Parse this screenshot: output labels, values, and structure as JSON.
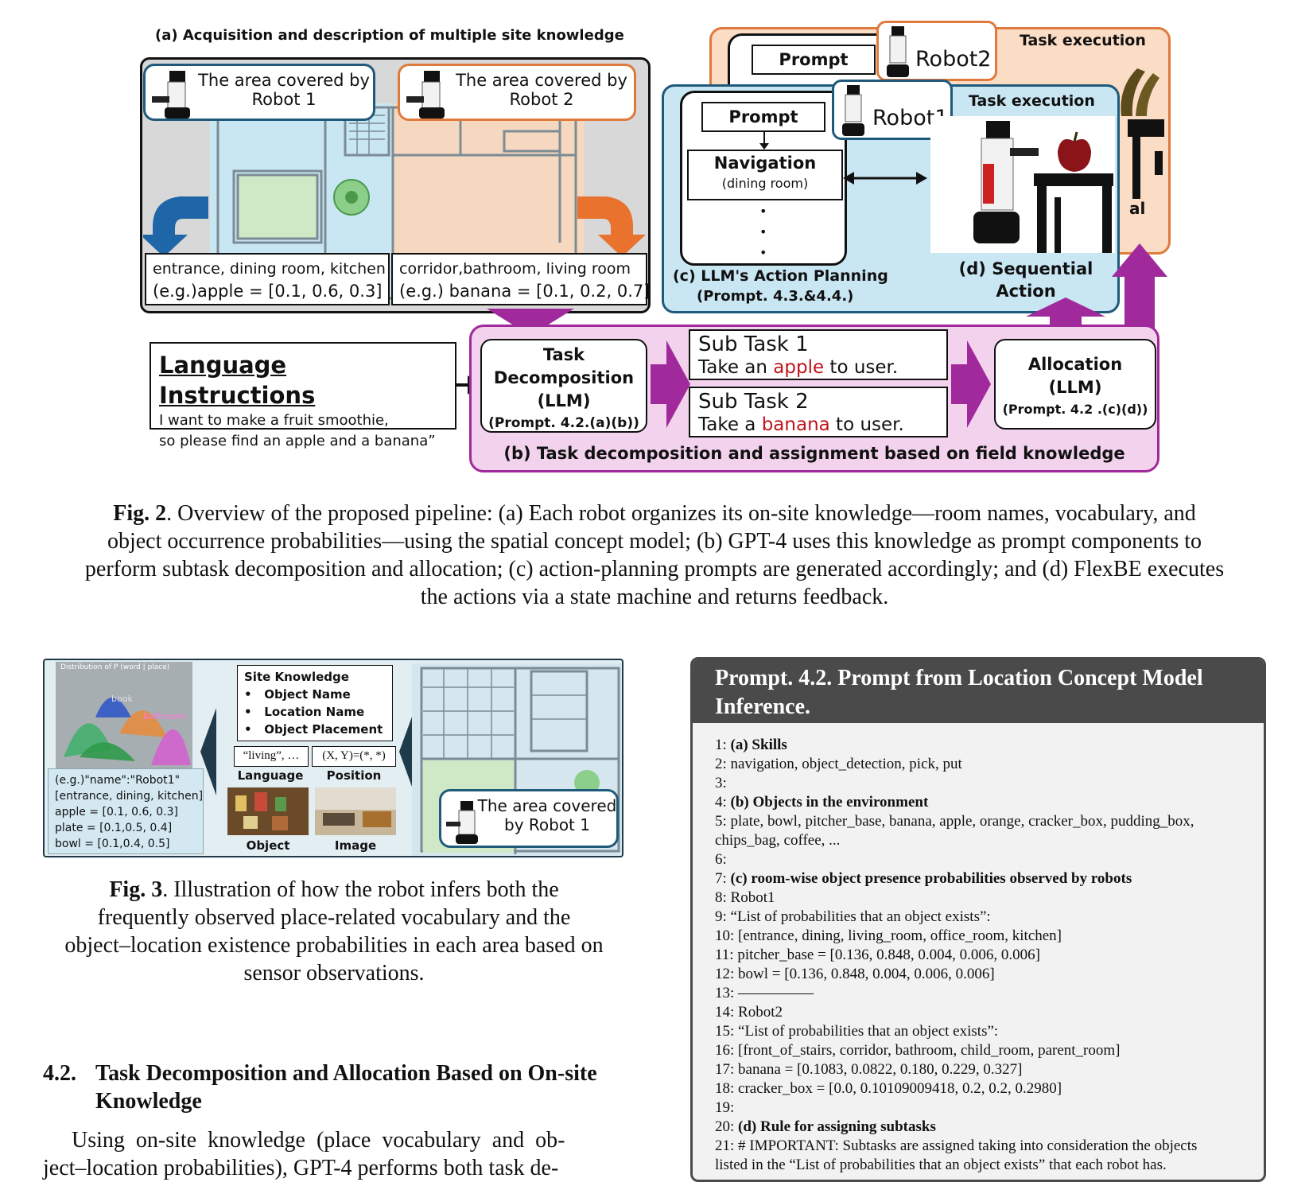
{
  "fig2": {
    "section_a_title": "(a) Acquisition and description of multiple site knowledge",
    "robot1_area": "The area covered by Robot 1",
    "robot2_area": "The area covered by Robot 2",
    "room_list_1": "entrance, dining room, kitchen",
    "room_example_1": "(e.g.)apple = [0.1, 0.6, 0.3]",
    "room_list_2": "corridor,bathroom, living room",
    "room_example_2": "(e.g.) banana = [0.1, 0.2, 0.7]",
    "prompt_label": "Prompt",
    "robot2_label": "Robot2",
    "robot1_label": "Robot1",
    "task_execution": "Task execution",
    "navigation": "Navigation",
    "navigation_sub": "(dining room)",
    "dots": "•",
    "section_c": "(c) LLM's Action Planning",
    "section_c_sub": "(Prompt. 4.3.&4.4.)",
    "section_d": "(d) Sequential",
    "section_d_sub": "Action",
    "partial_text": "al",
    "lang_title": "Language Instructions",
    "lang_line1": "I want to make a fruit smoothie,",
    "lang_line2": "so please find an apple and a banana”",
    "task_decomp_1": "Task",
    "task_decomp_2": "Decomposition",
    "task_decomp_3": "(LLM)",
    "task_decomp_4": "(Prompt. 4.2.(a)(b))",
    "subtask1_title": "Sub Task 1",
    "subtask1_pre": "Take an ",
    "subtask1_obj": "apple",
    "subtask1_post": " to user.",
    "subtask2_title": "Sub Task 2",
    "subtask2_pre": "Take a ",
    "subtask2_obj": "banana",
    "subtask2_post": " to user.",
    "alloc_1": "Allocation",
    "alloc_2": "(LLM)",
    "alloc_3": "(Prompt. 4.2 .(c)(d))",
    "section_b": "(b) Task decomposition and assignment based on field knowledge"
  },
  "fig2_caption": {
    "label": "Fig. 2",
    "lines": [
      ".  Overview of the proposed pipeline:  (a) Each robot organizes its on-site knowledge—room names, vocabulary, and",
      "object occurrence probabilities—using the spatial concept model; (b) GPT-4 uses this knowledge as prompt components to",
      "perform subtask decomposition and allocation; (c) action-planning prompts are generated accordingly; and (d) FlexBE executes",
      "the actions via a state machine and returns feedback."
    ]
  },
  "fig3": {
    "dist_title": "Distribution  of  P  (word  |  place)",
    "dist_labels": [
      "book",
      "bathroom"
    ],
    "site_title": "Site Knowledge",
    "site_items": [
      "Object Name",
      "Location Name",
      "Object Placement"
    ],
    "lang_value": "“living”, …",
    "pos_value": "(X, Y)=(*, *)",
    "lang_label": "Language",
    "pos_label": "Position",
    "obj_label": "Object",
    "img_label": "Image",
    "example_lines": [
      "(e.g.)\"name\":\"Robot1\"",
      "[entrance, dining, kitchen]",
      "apple = [0.1, 0.6, 0.3]",
      "plate = [0.1,0.5, 0.4]",
      "bowl = [0.1,0.4, 0.5]"
    ],
    "area_line1": "The area covered",
    "area_line2": "by Robot 1"
  },
  "fig3_caption": {
    "label": "Fig. 3",
    "lines": [
      ".  Illustration of how the robot infers both the",
      "frequently observed place-related vocabulary and the",
      "object–location existence probabilities in each area based on",
      "sensor observations."
    ]
  },
  "section": {
    "number": "4.2.",
    "title_line1": "Task Decomposition and Allocation Based on On-site",
    "title_line2": "Knowledge",
    "para_line1": "Using  on-site  knowledge  (place  vocabulary  and  ob-",
    "para_line2": "ject–location probabilities), GPT-4 performs both task de-"
  },
  "prompt_box": {
    "header_line1": "Prompt. 4.2. Prompt from Location Concept Model",
    "header_line2": "Inference.",
    "lines": [
      {
        "n": "1:",
        "bold": "(a) Skills",
        "text": ""
      },
      {
        "n": "2:",
        "bold": "",
        "text": "navigation, object_detection, pick, put"
      },
      {
        "n": "3:",
        "bold": "",
        "text": ""
      },
      {
        "n": "4:",
        "bold": "(b) Objects in the environment",
        "text": ""
      },
      {
        "n": "5:",
        "bold": "",
        "text": "plate, bowl, pitcher_base, banana, apple, orange, cracker_box, pudding_box,"
      },
      {
        "n": "",
        "bold": "",
        "text": "chips_bag, coffee, ..."
      },
      {
        "n": "6:",
        "bold": "",
        "text": ""
      },
      {
        "n": "7:",
        "bold": "(c) room-wise object presence probabilities observed by robots",
        "text": ""
      },
      {
        "n": "8:",
        "bold": "",
        "text": "Robot1"
      },
      {
        "n": "9:",
        "bold": "",
        "text": "“List of probabilities that an object exists”:"
      },
      {
        "n": "10:",
        "bold": "",
        "text": "[entrance, dining, living_room, office_room, kitchen]"
      },
      {
        "n": "11:",
        "bold": "",
        "text": "pitcher_base = [0.136, 0.848, 0.004, 0.006, 0.006]"
      },
      {
        "n": "12:",
        "bold": "",
        "text": "bowl = [0.136, 0.848, 0.004, 0.006, 0.006]"
      },
      {
        "n": "13:",
        "bold": "",
        "text": "—————"
      },
      {
        "n": "14:",
        "bold": "",
        "text": "Robot2"
      },
      {
        "n": "15:",
        "bold": "",
        "text": "“List of probabilities that an object exists”:"
      },
      {
        "n": "16:",
        "bold": "",
        "text": "[front_of_stairs, corridor, bathroom, child_room, parent_room]"
      },
      {
        "n": "17:",
        "bold": "",
        "text": "banana = [0.1083, 0.0822, 0.180, 0.229, 0.327]"
      },
      {
        "n": "18:",
        "bold": "",
        "text": "cracker_box = [0.0, 0.10109009418, 0.2, 0.2, 0.2980]"
      },
      {
        "n": "19:",
        "bold": "",
        "text": ""
      },
      {
        "n": "20:",
        "bold": "(d) Rule for assigning subtasks",
        "text": ""
      },
      {
        "n": "21:",
        "bold": "",
        "text": "# IMPORTANT: Subtasks are assigned taking into consideration the objects"
      },
      {
        "n": "",
        "bold": "",
        "text": "listed in the “List of probabilities that an object exists” that each robot has."
      }
    ]
  },
  "colors": {
    "robot1_blue": "#1f5a7a",
    "robot2_orange": "#e07a3c",
    "purple": "#a0299b",
    "pink_bg": "#f2d2ec",
    "light_blue_bg": "#c9e6f3",
    "peach_bg": "#fbdcc4",
    "red_text": "#c0131b",
    "prompt_header": "#4a4a4a"
  }
}
